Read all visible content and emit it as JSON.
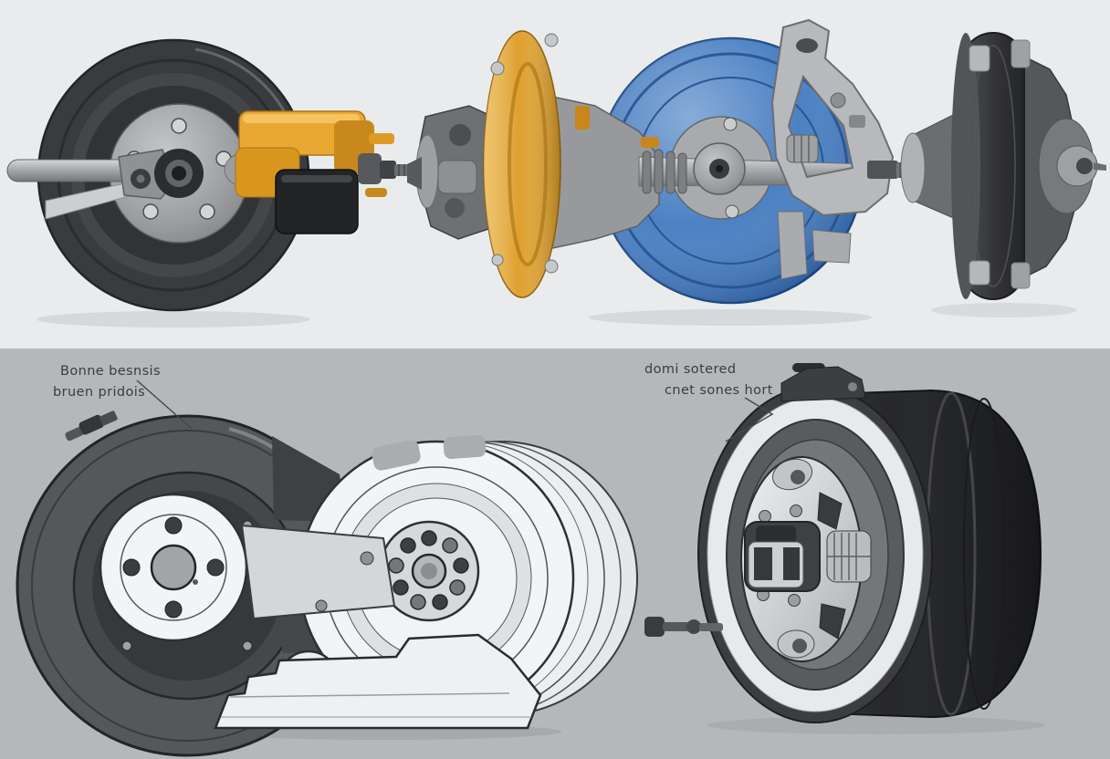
{
  "annotations": {
    "left_label": {
      "line1": "Bonne besnsis",
      "line2": "bruen pridois"
    },
    "right_label": {
      "line1": "domi sotered",
      "line2": "cnet sones hort"
    }
  },
  "colors": {
    "background_top": "#eaebed",
    "background_bottom": "#b5b8ba",
    "label_text": "#3b3c3e",
    "leader_line": "#46474a",
    "disc_blue": "#4079c0",
    "ring_gold": "#dfa02c",
    "caliper_yellow": "#e9a832",
    "drum_dark": "#3a3b3e",
    "steel_gray": "#a7a9ac",
    "line_art_white": "#f3f4f5",
    "line_art_stroke": "#2f3032",
    "black_drum": "#2a2b2e",
    "chrome": "#e8e9eb"
  }
}
